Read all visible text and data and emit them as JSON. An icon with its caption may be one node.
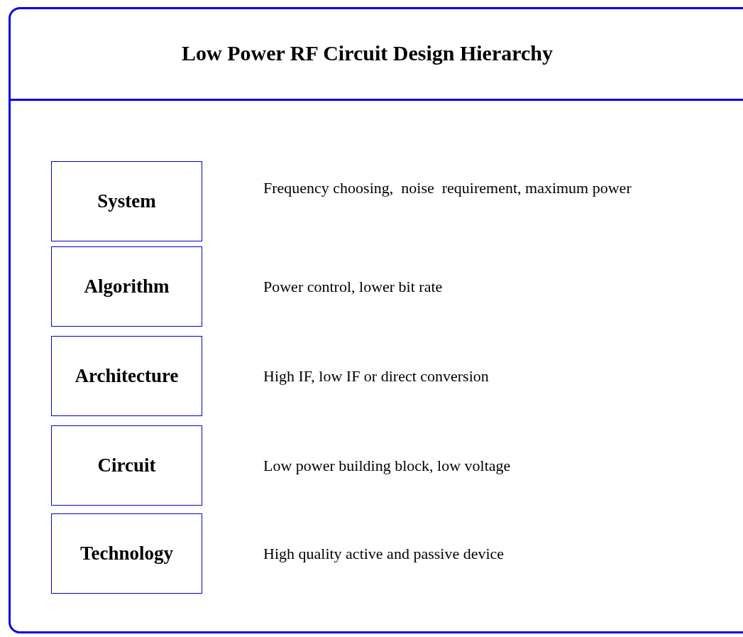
{
  "diagram": {
    "title": "Low Power RF Circuit Design Hierarchy",
    "nodes": [
      {
        "text": [
          "System"
        ],
        "beside": [
          "Frequency choosing,  noise  requirement, maximum power"
        ]
      },
      {
        "text": [
          "Algorithm"
        ],
        "beside": [
          "Power control, lower bit rate"
        ]
      },
      {
        "text": [
          "Architecture"
        ],
        "beside": [
          "High IF, low IF or direct conversion"
        ]
      },
      {
        "text": [
          "Circuit"
        ],
        "beside": [
          "Low power building block, low voltage"
        ]
      },
      {
        "text": [
          "Technology"
        ],
        "beside": [
          "High quality active and passive device"
        ]
      }
    ]
  }
}
